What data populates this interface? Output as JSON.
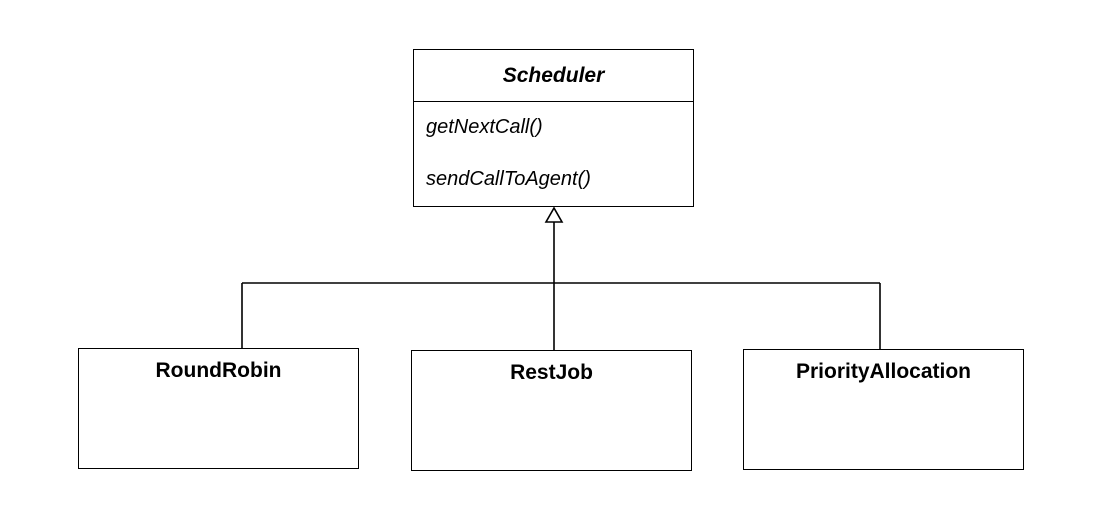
{
  "diagram": {
    "type": "uml-class-inheritance",
    "superclass": {
      "name": "Scheduler",
      "methods": [
        "getNextCall()",
        "sendCallToAgent()"
      ]
    },
    "subclasses": [
      {
        "name": "RoundRobin"
      },
      {
        "name": "RestJob"
      },
      {
        "name": "PriorityAllocation"
      }
    ],
    "relationship": "inheritance"
  }
}
